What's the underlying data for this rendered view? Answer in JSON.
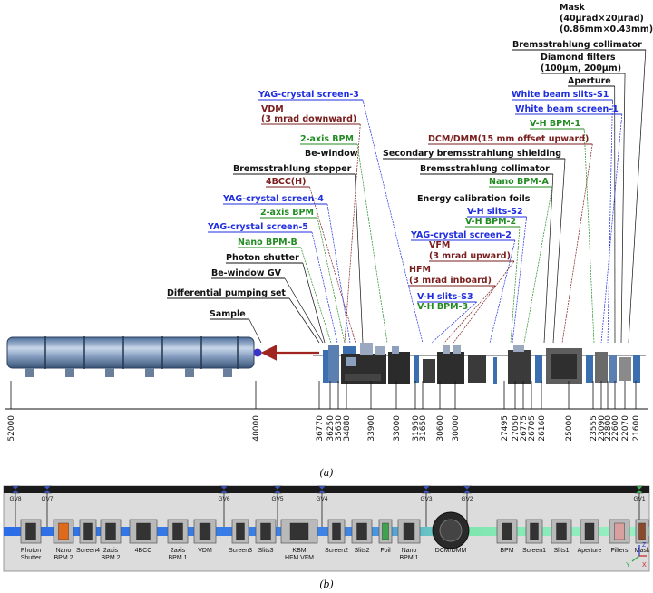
{
  "colors": {
    "black": "#111111",
    "blue": "#1f2ee0",
    "green": "#228b22",
    "maroon": "#7a1d1d",
    "beam_blue": "#2b6ee8",
    "beam_green": "#7fe6b0",
    "panel_bg": "#dcdcdc",
    "sample_dot": "#3a34c8",
    "arrow": "#a0241f"
  },
  "panel_a": {
    "caption": "(a)",
    "labels": [
      {
        "text": "Mask",
        "color": "black"
      },
      {
        "text": "(40μrad×20μrad)",
        "color": "black"
      },
      {
        "text": "(0.86mm×0.43mm)",
        "color": "black"
      },
      {
        "text": "Bremsstrahlung collimator",
        "color": "black"
      },
      {
        "text": "Diamond filters",
        "color": "black"
      },
      {
        "text": "(100μm, 200μm)",
        "color": "black"
      },
      {
        "text": "Aperture",
        "color": "black"
      },
      {
        "text": "White beam slits-S1",
        "color": "blue"
      },
      {
        "text": "White beam screen-1",
        "color": "blue"
      },
      {
        "text": "V-H BPM-1",
        "color": "green"
      },
      {
        "text": "YAG-crystal screen-3",
        "color": "blue"
      },
      {
        "text": "VDM",
        "color": "maroon"
      },
      {
        "text": "(3 mrad downward)",
        "color": "maroon"
      },
      {
        "text": "DCM/DMM(15 mm offset upward)",
        "color": "maroon"
      },
      {
        "text": "2-axis BPM",
        "color": "green"
      },
      {
        "text": "Secondary bremsstrahlung shielding",
        "color": "black"
      },
      {
        "text": "Be-window",
        "color": "black"
      },
      {
        "text": "Bremsstrahlung stopper",
        "color": "black"
      },
      {
        "text": "Bremsstrahlung collimator",
        "color": "black"
      },
      {
        "text": "4BCC(H)",
        "color": "maroon"
      },
      {
        "text": "Nano BPM-A",
        "color": "green"
      },
      {
        "text": "Energy calibration foils",
        "color": "black"
      },
      {
        "text": "YAG-crystal screen-4",
        "color": "blue"
      },
      {
        "text": "V-H slits-S2",
        "color": "blue"
      },
      {
        "text": "2-axis BPM",
        "color": "green"
      },
      {
        "text": "V-H BPM-2",
        "color": "green"
      },
      {
        "text": "YAG-crystal screen-5",
        "color": "blue"
      },
      {
        "text": "YAG-crystal screen-2",
        "color": "blue"
      },
      {
        "text": "Nano BPM-B",
        "color": "green"
      },
      {
        "text": "VFM",
        "color": "maroon"
      },
      {
        "text": "(3 mrad upward)",
        "color": "maroon"
      },
      {
        "text": "Photon shutter",
        "color": "black"
      },
      {
        "text": "Be-window GV",
        "color": "black"
      },
      {
        "text": "HFM",
        "color": "maroon"
      },
      {
        "text": "(3 mrad inboard)",
        "color": "maroon"
      },
      {
        "text": "Differential pumping set",
        "color": "black"
      },
      {
        "text": "V-H slits-S3",
        "color": "blue"
      },
      {
        "text": "V-H BPM-3",
        "color": "green"
      },
      {
        "text": "Sample",
        "color": "black"
      }
    ],
    "axis_ticks": [
      "52000",
      "40000",
      "36770",
      "36250",
      "35630",
      "34880",
      "33900",
      "33000",
      "31950",
      "31650",
      "30600",
      "30000",
      "27495",
      "27050",
      "26775",
      "26705",
      "26160",
      "25000",
      "23555",
      "23090",
      "22800",
      "22600",
      "22070",
      "21600"
    ]
  },
  "panel_b": {
    "caption": "(b)",
    "gate_valves": [
      "GV8",
      "GV7",
      "GV6",
      "GV5",
      "GV4",
      "GV3",
      "GV2",
      "GV1"
    ],
    "components": [
      {
        "label": "Photon\nShutter"
      },
      {
        "label": "Nano\nBPM 2"
      },
      {
        "label": "Screen4"
      },
      {
        "label": "2axis\nBPM 2"
      },
      {
        "label": "4BCC"
      },
      {
        "label": "2axis\nBPM 1"
      },
      {
        "label": "VDM"
      },
      {
        "label": "Screen3"
      },
      {
        "label": "Slits3"
      },
      {
        "label": "KBM\nHFM   VFM"
      },
      {
        "label": "Screen2"
      },
      {
        "label": "Slits2"
      },
      {
        "label": "Foil"
      },
      {
        "label": "Nano\nBPM 1"
      },
      {
        "label": "DCM/DMM"
      },
      {
        "label": "BPM"
      },
      {
        "label": "Screen1"
      },
      {
        "label": "Slits1"
      },
      {
        "label": "Aperture"
      },
      {
        "label": "Filters"
      },
      {
        "label": "Mask"
      }
    ],
    "axes": [
      "Z",
      "Y",
      "X"
    ]
  }
}
